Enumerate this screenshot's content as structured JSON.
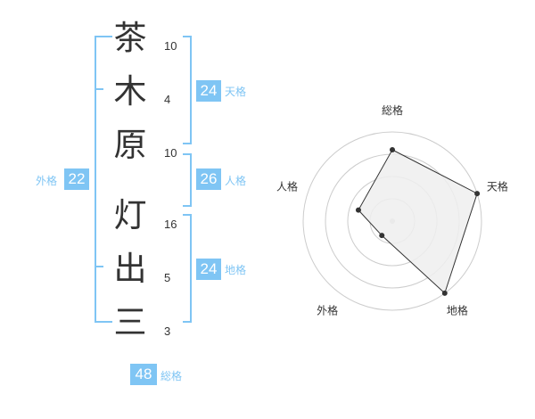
{
  "colors": {
    "accent": "#7fc5f4",
    "text": "#333333",
    "radar_fill": "#eeeeee",
    "radar_line": "#333333",
    "grid": "#cccccc"
  },
  "name": {
    "characters": [
      {
        "char": "茶",
        "strokes": "10"
      },
      {
        "char": "木",
        "strokes": "4"
      },
      {
        "char": "原",
        "strokes": "10"
      },
      {
        "char": "灯",
        "strokes": "16"
      },
      {
        "char": "出",
        "strokes": "5"
      },
      {
        "char": "三",
        "strokes": "3"
      }
    ]
  },
  "fortune": {
    "tenkaku": {
      "value": "24",
      "label": "天格"
    },
    "jinkaku": {
      "value": "26",
      "label": "人格"
    },
    "chikaku": {
      "value": "24",
      "label": "地格"
    },
    "gaikaku": {
      "value": "22",
      "label": "外格"
    },
    "soukaku": {
      "value": "48",
      "label": "総格"
    }
  },
  "chart_data": {
    "type": "radar",
    "axes": [
      "総格",
      "天格",
      "地格",
      "外格",
      "人格"
    ],
    "rings": 4,
    "max": 5,
    "values": [
      4,
      5,
      5,
      1,
      2
    ]
  }
}
